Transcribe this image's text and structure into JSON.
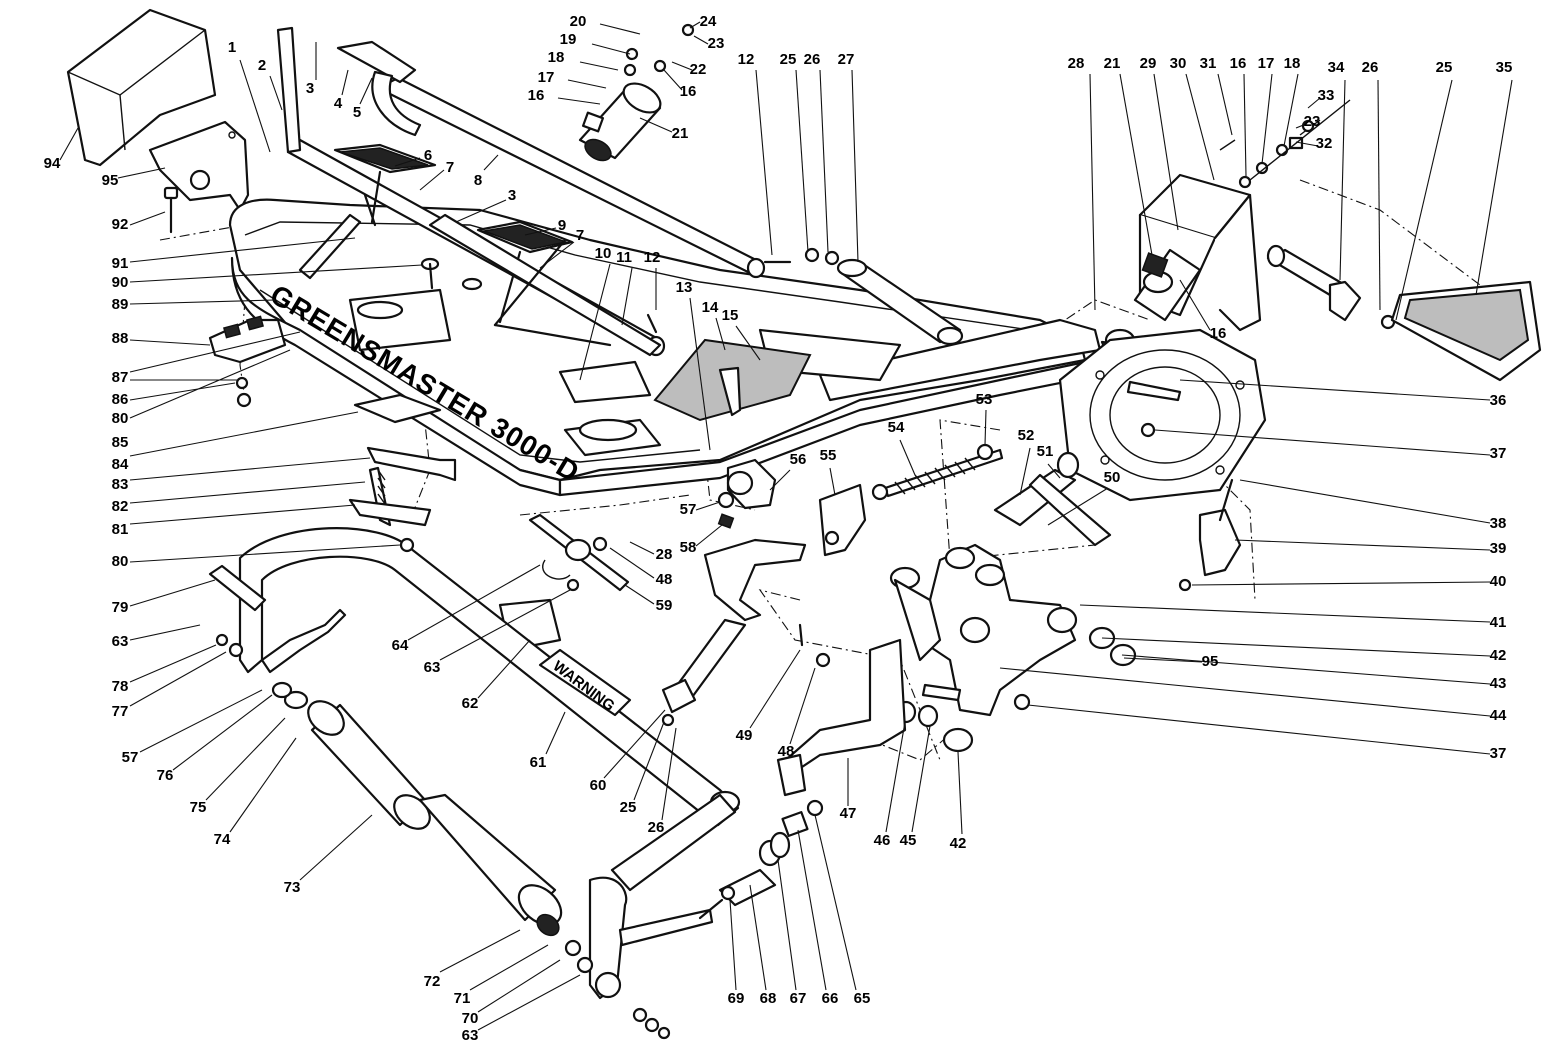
{
  "diagram": {
    "kind": "exploded-parts-view",
    "decals": {
      "frame_model": "GREENSMASTER 3000-D",
      "warning_label": "WARNING"
    },
    "callouts": [
      {
        "id": "c1",
        "label": "1"
      },
      {
        "id": "c2",
        "label": "2"
      },
      {
        "id": "c3a",
        "label": "3"
      },
      {
        "id": "c4",
        "label": "4"
      },
      {
        "id": "c5",
        "label": "5"
      },
      {
        "id": "c6",
        "label": "6"
      },
      {
        "id": "c7a",
        "label": "7"
      },
      {
        "id": "c8",
        "label": "8"
      },
      {
        "id": "c3b",
        "label": "3"
      },
      {
        "id": "c9",
        "label": "9"
      },
      {
        "id": "c7b",
        "label": "7"
      },
      {
        "id": "c10",
        "label": "10"
      },
      {
        "id": "c11",
        "label": "11"
      },
      {
        "id": "c12a",
        "label": "12"
      },
      {
        "id": "c13",
        "label": "13"
      },
      {
        "id": "c14",
        "label": "14"
      },
      {
        "id": "c15",
        "label": "15"
      },
      {
        "id": "c20",
        "label": "20"
      },
      {
        "id": "c19",
        "label": "19"
      },
      {
        "id": "c18a",
        "label": "18"
      },
      {
        "id": "c17a",
        "label": "17"
      },
      {
        "id": "c16a",
        "label": "16"
      },
      {
        "id": "c24",
        "label": "24"
      },
      {
        "id": "c23a",
        "label": "23"
      },
      {
        "id": "c22",
        "label": "22"
      },
      {
        "id": "c16b",
        "label": "16"
      },
      {
        "id": "c21a",
        "label": "21"
      },
      {
        "id": "c12b",
        "label": "12"
      },
      {
        "id": "c25a",
        "label": "25"
      },
      {
        "id": "c26a",
        "label": "26"
      },
      {
        "id": "c27",
        "label": "27"
      },
      {
        "id": "c28a",
        "label": "28"
      },
      {
        "id": "c21b",
        "label": "21"
      },
      {
        "id": "c29",
        "label": "29"
      },
      {
        "id": "c30",
        "label": "30"
      },
      {
        "id": "c31",
        "label": "31"
      },
      {
        "id": "c16c",
        "label": "16"
      },
      {
        "id": "c17b",
        "label": "17"
      },
      {
        "id": "c18b",
        "label": "18"
      },
      {
        "id": "c34",
        "label": "34"
      },
      {
        "id": "c26b",
        "label": "26"
      },
      {
        "id": "c25b",
        "label": "25"
      },
      {
        "id": "c35",
        "label": "35"
      },
      {
        "id": "c33",
        "label": "33"
      },
      {
        "id": "c23b",
        "label": "23"
      },
      {
        "id": "c32",
        "label": "32"
      },
      {
        "id": "c16d",
        "label": "16"
      },
      {
        "id": "c36",
        "label": "36"
      },
      {
        "id": "c37a",
        "label": "37"
      },
      {
        "id": "c38",
        "label": "38"
      },
      {
        "id": "c39",
        "label": "39"
      },
      {
        "id": "c40",
        "label": "40"
      },
      {
        "id": "c41",
        "label": "41"
      },
      {
        "id": "c42a",
        "label": "42"
      },
      {
        "id": "c43",
        "label": "43"
      },
      {
        "id": "c95a",
        "label": "95"
      },
      {
        "id": "c44",
        "label": "44"
      },
      {
        "id": "c37b",
        "label": "37"
      },
      {
        "id": "c53",
        "label": "53"
      },
      {
        "id": "c54",
        "label": "54"
      },
      {
        "id": "c52",
        "label": "52"
      },
      {
        "id": "c51",
        "label": "51"
      },
      {
        "id": "c50",
        "label": "50"
      },
      {
        "id": "c56",
        "label": "56"
      },
      {
        "id": "c55",
        "label": "55"
      },
      {
        "id": "c57a",
        "label": "57"
      },
      {
        "id": "c58",
        "label": "58"
      },
      {
        "id": "c28b",
        "label": "28"
      },
      {
        "id": "c48a",
        "label": "48"
      },
      {
        "id": "c59",
        "label": "59"
      },
      {
        "id": "c64",
        "label": "64"
      },
      {
        "id": "c63a",
        "label": "63"
      },
      {
        "id": "c62",
        "label": "62"
      },
      {
        "id": "c49",
        "label": "49"
      },
      {
        "id": "c48b",
        "label": "48"
      },
      {
        "id": "c61",
        "label": "61"
      },
      {
        "id": "c60",
        "label": "60"
      },
      {
        "id": "c25c",
        "label": "25"
      },
      {
        "id": "c26c",
        "label": "26"
      },
      {
        "id": "c47",
        "label": "47"
      },
      {
        "id": "c46",
        "label": "46"
      },
      {
        "id": "c45",
        "label": "45"
      },
      {
        "id": "c42b",
        "label": "42"
      },
      {
        "id": "c69",
        "label": "69"
      },
      {
        "id": "c68",
        "label": "68"
      },
      {
        "id": "c67",
        "label": "67"
      },
      {
        "id": "c66",
        "label": "66"
      },
      {
        "id": "c65",
        "label": "65"
      },
      {
        "id": "c73",
        "label": "73"
      },
      {
        "id": "c72",
        "label": "72"
      },
      {
        "id": "c71",
        "label": "71"
      },
      {
        "id": "c70",
        "label": "70"
      },
      {
        "id": "c63b",
        "label": "63"
      },
      {
        "id": "c74",
        "label": "74"
      },
      {
        "id": "c75",
        "label": "75"
      },
      {
        "id": "c76",
        "label": "76"
      },
      {
        "id": "c57b",
        "label": "57"
      },
      {
        "id": "c77",
        "label": "77"
      },
      {
        "id": "c78",
        "label": "78"
      },
      {
        "id": "c63c",
        "label": "63"
      },
      {
        "id": "c79",
        "label": "79"
      },
      {
        "id": "c80a",
        "label": "80"
      },
      {
        "id": "c81",
        "label": "81"
      },
      {
        "id": "c82",
        "label": "82"
      },
      {
        "id": "c83",
        "label": "83"
      },
      {
        "id": "c84",
        "label": "84"
      },
      {
        "id": "c85",
        "label": "85"
      },
      {
        "id": "c80b",
        "label": "80"
      },
      {
        "id": "c86",
        "label": "86"
      },
      {
        "id": "c87",
        "label": "87"
      },
      {
        "id": "c88",
        "label": "88"
      },
      {
        "id": "c89",
        "label": "89"
      },
      {
        "id": "c90",
        "label": "90"
      },
      {
        "id": "c91",
        "label": "91"
      },
      {
        "id": "c92",
        "label": "92"
      },
      {
        "id": "c95b",
        "label": "95"
      },
      {
        "id": "c94",
        "label": "94"
      }
    ]
  }
}
